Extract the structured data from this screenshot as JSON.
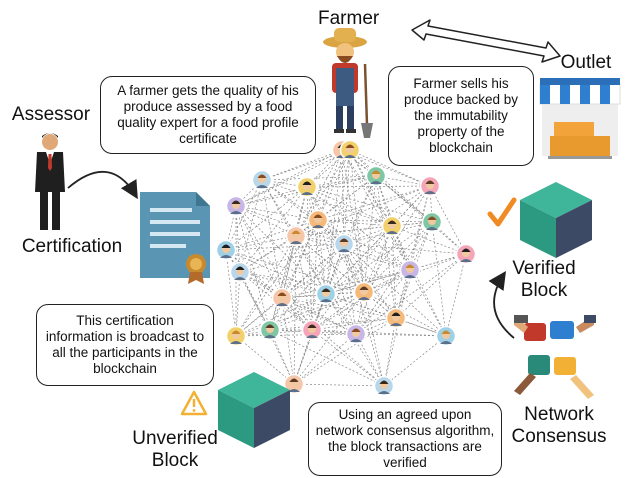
{
  "labels": {
    "farmer": "Farmer",
    "outlet": "Outlet",
    "assessor": "Assessor",
    "certification": "Certification",
    "verified_block": "Verified\nBlock",
    "network_consensus": "Network\nConsensus",
    "unverified_block": "Unverified\nBlock"
  },
  "callouts": {
    "assess": "A farmer gets the quality of his produce assessed by a food quality expert for a food profile certificate",
    "sell": "Farmer sells his produce backed by the immutability property of the blockchain",
    "broadcast": "This certification information is broadcast to all the participants in the blockchain",
    "consensus": "Using an agreed upon network consensus algorithm, the block transactions are verified"
  },
  "colors": {
    "cube_top": "#3fb59a",
    "cube_left": "#2b9a80",
    "cube_right": "#3d4a66",
    "check": "#f08a24",
    "warning": "#f2b134",
    "document": "#5a96b4",
    "awning_blue": "#2f7fd0",
    "network_line": "#888888"
  },
  "icons": {
    "farmer": "farmer-figure-icon",
    "assessor": "businessman-figure-icon",
    "outlet": "market-stall-icon",
    "certificate": "certificate-document-icon",
    "check": "checkmark-icon",
    "warning": "warning-triangle-icon",
    "consensus": "hands-puzzle-icon"
  }
}
